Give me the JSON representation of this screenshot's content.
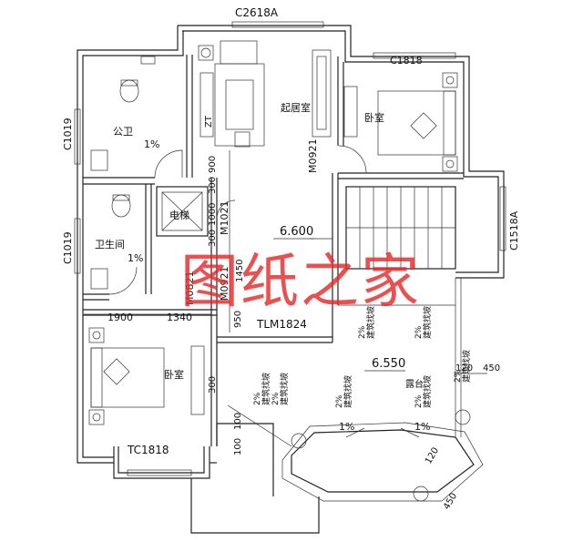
{
  "labels": {
    "c2618a": "C2618A",
    "c1818": "C1818",
    "c1019_top": "C1019",
    "c1019_mid": "C1019",
    "c1518a": "C1518A",
    "tc1818": "TC1818",
    "tlm1824": "TLM1824",
    "m0921_right": "M0921",
    "m0921_mid": "M0921",
    "m1021": "M1021",
    "m0821": "M0821",
    "living_room": "起居室",
    "bedroom_upper": "卧室",
    "bedroom_lower": "卧室",
    "public_bath": "公卫",
    "bathroom": "卫生间",
    "elevator": "电梯",
    "terrace": "露台",
    "zt": "ZT",
    "slope1": "1%",
    "slope2": "1%",
    "slope3": "1%",
    "slope4": "1%",
    "level_6600": "6.600",
    "level_6550": "6.550"
  },
  "dimensions": {
    "d900": "900",
    "d300a": "300",
    "d1000": "1000",
    "d300b": "300",
    "d1450": "1450",
    "d950": "950",
    "d1900": "1900",
    "d1340": "1340",
    "d300c": "300",
    "d100a": "100",
    "d100b": "100",
    "d120a": "120",
    "d450a": "450",
    "d120b": "120",
    "d450b": "450"
  },
  "roof_notes": [
    {
      "slope": "2%",
      "text": "建筑找坡"
    },
    {
      "slope": "2%",
      "text": "建筑找坡"
    },
    {
      "slope": "2%",
      "text": "建筑找坡"
    },
    {
      "slope": "2%",
      "text": "建筑找坡"
    },
    {
      "slope": "2%",
      "text": "建筑找坡"
    },
    {
      "slope": "2%",
      "text": "建筑找坡"
    },
    {
      "slope": "2%",
      "text": "建筑找坡"
    }
  ],
  "watermark": "图纸之家"
}
